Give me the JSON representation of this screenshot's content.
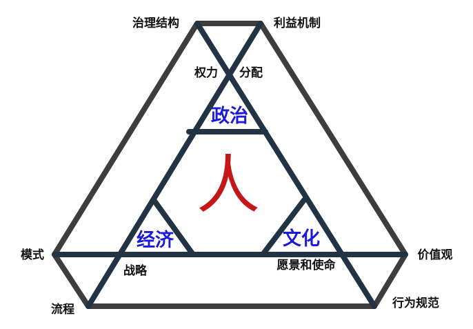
{
  "center": {
    "text": "人",
    "color": "#c41818"
  },
  "sectors": {
    "politics": "政治",
    "economy": "经济",
    "culture": "文化"
  },
  "labels": {
    "governance_structure": "治理结构",
    "interest_mechanism": "利益机制",
    "power": "权力",
    "distribution": "分配",
    "mode": "模式",
    "process": "流程",
    "strategy": "战略",
    "values": "价值观",
    "behavior_norms": "行为规范",
    "vision_mission": "愿景和使命"
  },
  "colors": {
    "outer_frame": "#3d3d3d",
    "inner_frame": "#223344",
    "sector_text": "#1a1ad8"
  }
}
